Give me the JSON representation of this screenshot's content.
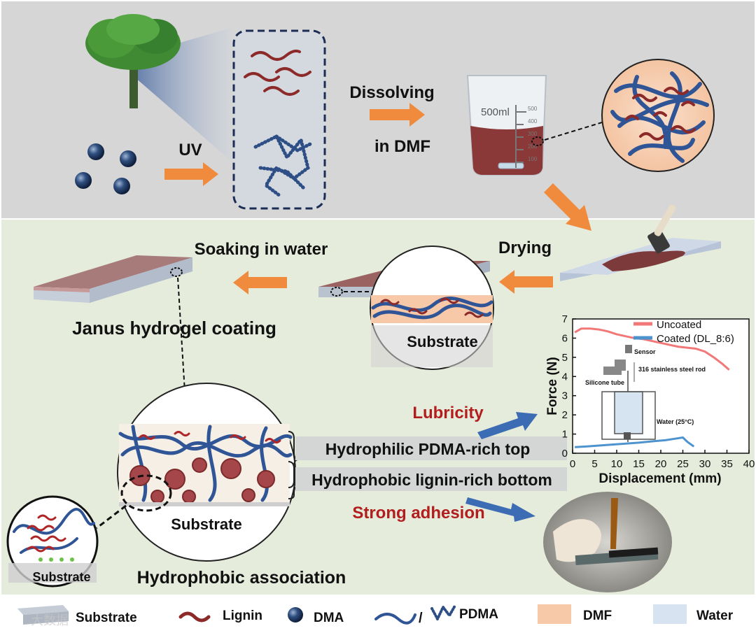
{
  "top_panel": {
    "arrow_uv": "UV",
    "arrow_dissolving": "Dissolving",
    "arrow_in_dmf": "in DMF",
    "beaker_volume": "500ml",
    "beaker_scale": [
      "500",
      "400",
      "300",
      "200",
      "100"
    ]
  },
  "middle_panel": {
    "soaking_label": "Soaking in water",
    "drying_label": "Drying",
    "coating_title": "Janus hydrogel coating",
    "substrate_label_circle": "Substrate"
  },
  "bottom_panel": {
    "lubricity_label": "Lubricity",
    "adhesion_label": "Strong adhesion",
    "layer_top": "Hydrophilic PDMA-rich top",
    "layer_bottom": "Hydrophobic lignin-rich bottom",
    "substrate_label_big": "Substrate",
    "substrate_label_small": "Substrate",
    "association_label": "Hydrophobic association"
  },
  "chart_data": {
    "type": "line",
    "xlabel": "Displacement (mm)",
    "ylabel": "Force (N)",
    "xlim": [
      0,
      40
    ],
    "ylim": [
      0,
      7
    ],
    "xticks": [
      "0",
      "5",
      "10",
      "15",
      "20",
      "25",
      "30",
      "35",
      "40"
    ],
    "yticks": [
      "0",
      "1",
      "2",
      "3",
      "4",
      "5",
      "6",
      "7"
    ],
    "series": [
      {
        "name": "Uncoated",
        "color": "#f27878",
        "x": [
          0.5,
          2,
          4,
          6,
          8,
          10,
          12,
          14,
          16,
          18,
          20,
          22,
          24,
          26,
          28,
          30,
          32,
          34,
          35.5
        ],
        "y": [
          6.3,
          6.5,
          6.5,
          6.45,
          6.35,
          6.2,
          6.1,
          6.0,
          5.95,
          5.85,
          5.75,
          5.65,
          5.55,
          5.5,
          5.45,
          5.3,
          5.0,
          4.65,
          4.35
        ]
      },
      {
        "name": "Coated (DL_8:6)",
        "color": "#4d94cf",
        "x": [
          0.5,
          3,
          6,
          9,
          12,
          15,
          18,
          21,
          23,
          25,
          26,
          27.5
        ],
        "y": [
          0.32,
          0.35,
          0.4,
          0.45,
          0.5,
          0.55,
          0.62,
          0.68,
          0.75,
          0.82,
          0.6,
          0.35
        ]
      }
    ],
    "legend_position": "top-right",
    "inset_labels": [
      "Sensor",
      "316 stainless steel rod",
      "Silicone tube",
      "Water (25°C)"
    ]
  },
  "legend": {
    "items": [
      "Substrate",
      "Lignin",
      "DMA",
      "PDMA",
      "DMF",
      "Water"
    ],
    "pdma_separator": "/"
  },
  "watermark": "大数据"
}
